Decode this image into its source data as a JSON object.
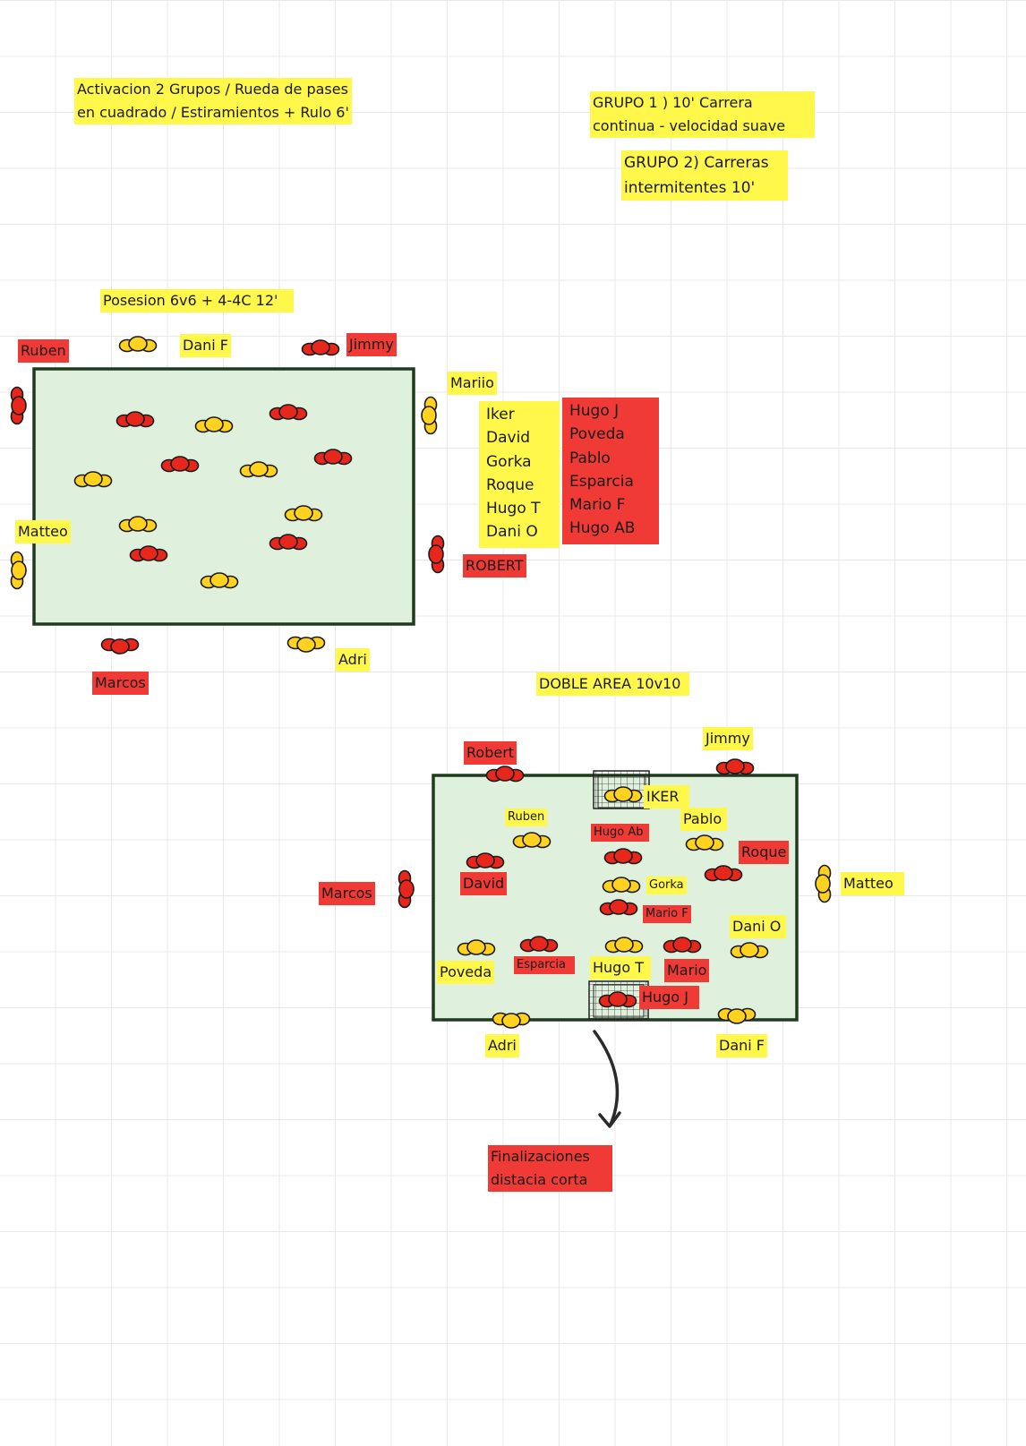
{
  "notes": {
    "activation": [
      "Activacion 2 Grupos / Rueda de pases",
      "en cuadrado / Estiramientos + Rulo 6'"
    ],
    "group1": [
      "GRUPO 1 ) 10' Carrera",
      "continua - velocidad suave"
    ],
    "group2": [
      "GRUPO 2) Carreras",
      "intermitentes 10'"
    ],
    "finish": [
      "Finalizaciones",
      "distacia corta"
    ]
  },
  "drill1": {
    "title": "Posesion 6v6 + 4-4C 12'",
    "labels": {
      "ruben": "Ruben",
      "dani_f": "Dani F",
      "jimmy": "Jimmy",
      "mariio": "Mariio",
      "matteo": "Matteo",
      "robert": "ROBERT",
      "marcos": "Marcos",
      "adri": "Adri"
    },
    "yellow_team": [
      "Iker",
      "David",
      "Gorka",
      "Roque",
      "Hugo T",
      "Dani O"
    ],
    "red_team": [
      "Hugo J",
      "Poveda",
      "Pablo",
      "Esparcia",
      "Mario F",
      "Hugo AB"
    ]
  },
  "drill2": {
    "title": "DOBLE AREA 10v10",
    "labels": {
      "robert": "Robert",
      "jimmy": "Jimmy",
      "iker": "IKER",
      "ruben": "Ruben",
      "hugo_ab": "Hugo Ab",
      "pablo": "Pablo",
      "roque": "Roque",
      "marcos": "Marcos",
      "david": "David",
      "gorka": "Gorka",
      "matteo": "Matteo",
      "mario_f": "Mario F",
      "dani_o": "Dani O",
      "poveda": "Poveda",
      "esparcia": "Esparcia",
      "hugo_t": "Hugo T",
      "mario": "Mario",
      "hugo_j": "Hugo J",
      "adri": "Adri",
      "dani_f": "Dani F"
    }
  },
  "colors": {
    "yellow_team": "#ffd21f",
    "red_team": "#e8271c",
    "yellow_label": "#fff84a",
    "red_label": "#f03a35",
    "pitch_fill": "#dff0dc",
    "pitch_line": "#1f3a1f"
  }
}
